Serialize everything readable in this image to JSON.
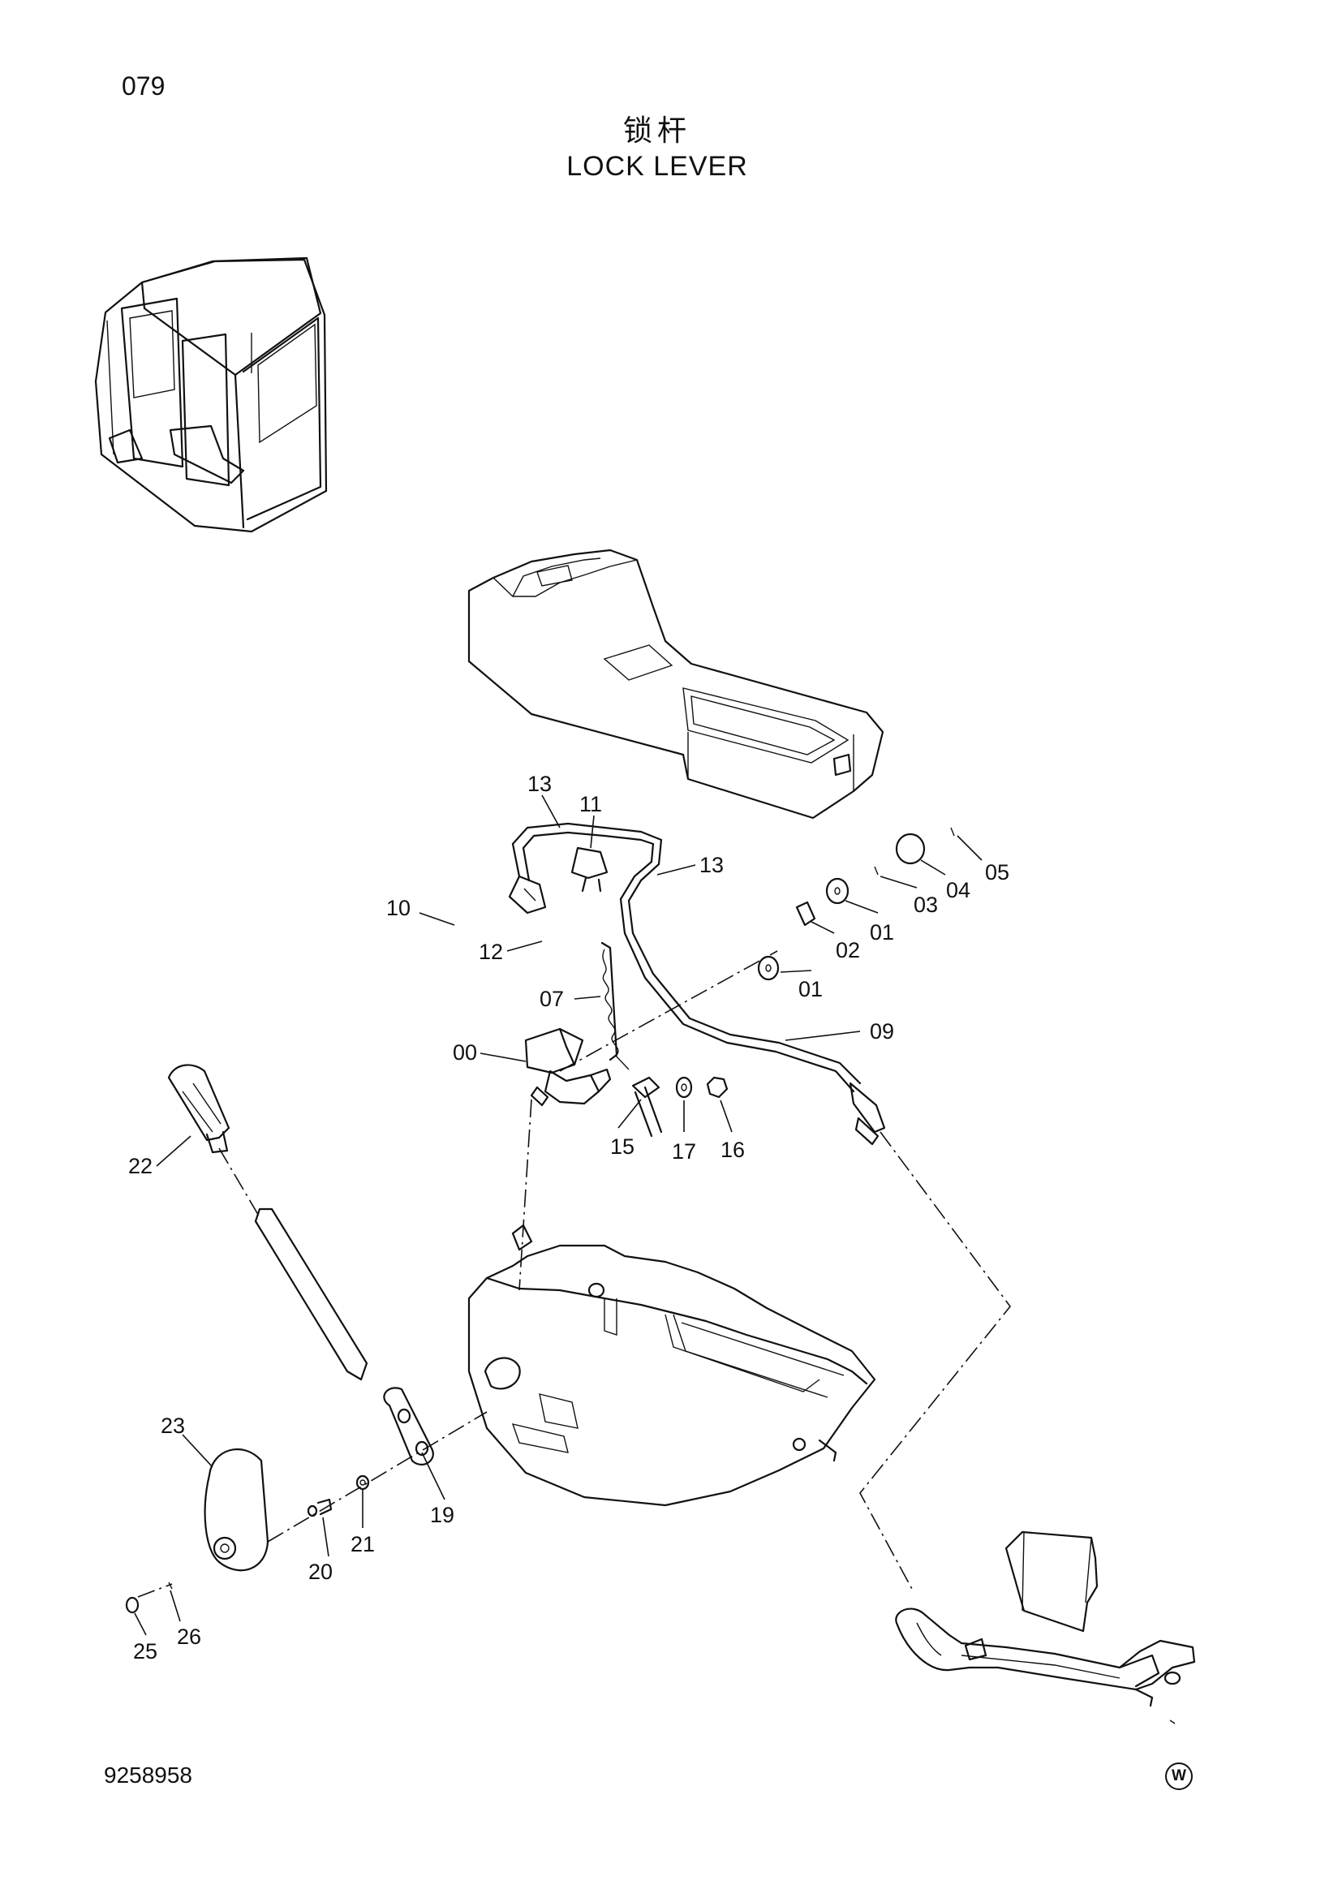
{
  "header": {
    "page_number": "079",
    "title_cn": "锁杆",
    "title_en": "LOCK LEVER"
  },
  "footer": {
    "document_code": "9258958",
    "mark": "W"
  },
  "callouts": {
    "c13a": "13",
    "c11": "11",
    "c13b": "13",
    "c10": "10",
    "c12": "12",
    "c07": "07",
    "c00": "00",
    "c22": "22",
    "c09": "09",
    "c15": "15",
    "c17": "17",
    "c16": "16",
    "c01a": "01",
    "c01b": "01",
    "c02": "02",
    "c03": "03",
    "c04": "04",
    "c05": "05",
    "c23": "23",
    "c19": "19",
    "c20": "20",
    "c21": "21",
    "c25": "25",
    "c26": "26"
  }
}
